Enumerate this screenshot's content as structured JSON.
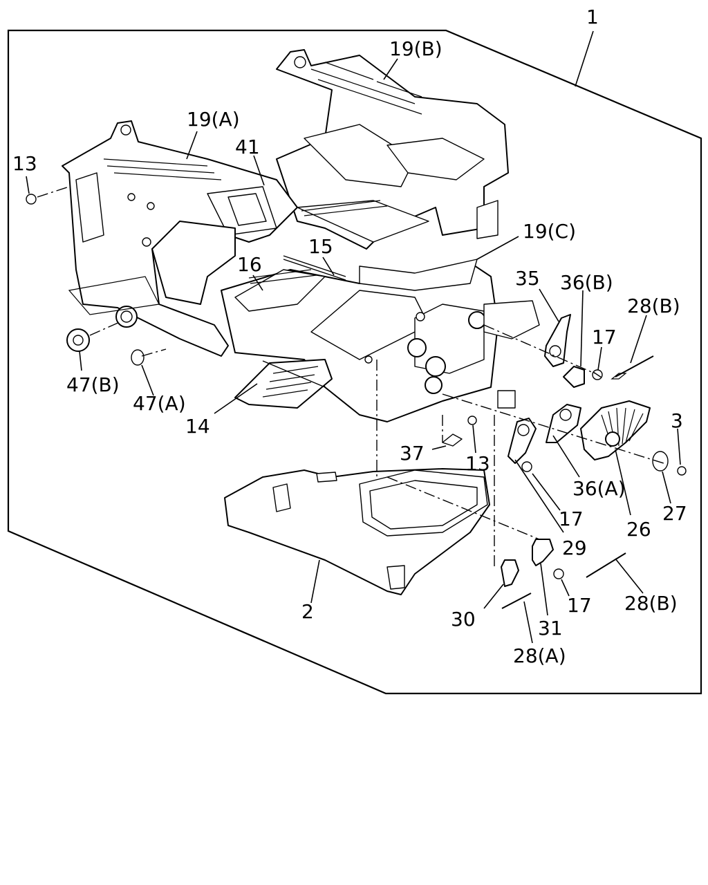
{
  "diagram": {
    "labels": {
      "l1": "1",
      "l19b": "19(B)",
      "l19a": "19(A)",
      "l13_top": "13",
      "l41": "41",
      "l19c": "19(C)",
      "l15": "15",
      "l16": "16",
      "l35": "35",
      "l36b": "36(B)",
      "l28b_top": "28(B)",
      "l17_top": "17",
      "l47b": "47(B)",
      "l47a": "47(A)",
      "l14": "14",
      "l37": "37",
      "l13_mid": "13",
      "l3": "3",
      "l36a": "36(A)",
      "l17_mid": "17",
      "l27": "27",
      "l26": "26",
      "l29": "29",
      "l2": "2",
      "l17_bot": "17",
      "l28b_bot": "28(B)",
      "l30": "30",
      "l31": "31",
      "l28a": "28(A)"
    }
  }
}
